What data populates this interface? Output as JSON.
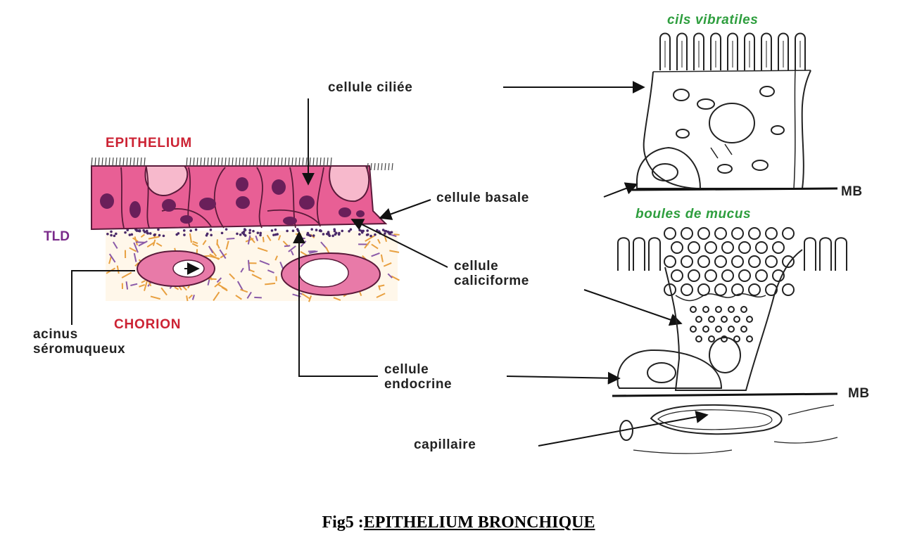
{
  "labels": {
    "epithelium": "EPITHELIUM",
    "tld": "TLD",
    "chorion": "CHORION",
    "acinus_line1": "acinus",
    "acinus_line2": "séromuqueux",
    "cellule_ciliee": "cellule ciliée",
    "cellule_basale": "cellule basale",
    "cellule_caliciforme_line1": "cellule",
    "cellule_caliciforme_line2": "caliciforme",
    "cellule_endocrine_line1": "cellule",
    "cellule_endocrine_line2": "endocrine",
    "capillaire": "capillaire",
    "cils_vibratiles": "cils vibratiles",
    "boules_de_mucus": "boules de mucus",
    "mb_top": "MB",
    "mb_bottom": "MB"
  },
  "caption": {
    "prefix": "Fig5 :",
    "title": "EPITHELIUM BRONCHIQUE"
  },
  "colors": {
    "epithelium_label": "#cc2233",
    "chorion_label": "#cc2233",
    "tld_label": "#7a2a8a",
    "green_labels": "#2e9e3e",
    "epithelium_fill": "#e85f95",
    "goblet_fill": "#f7b9cc",
    "nucleus": "#6a1f5a",
    "chorion_fiber_orange": "#e8a040",
    "chorion_fiber_purple": "#8a5aa8"
  }
}
